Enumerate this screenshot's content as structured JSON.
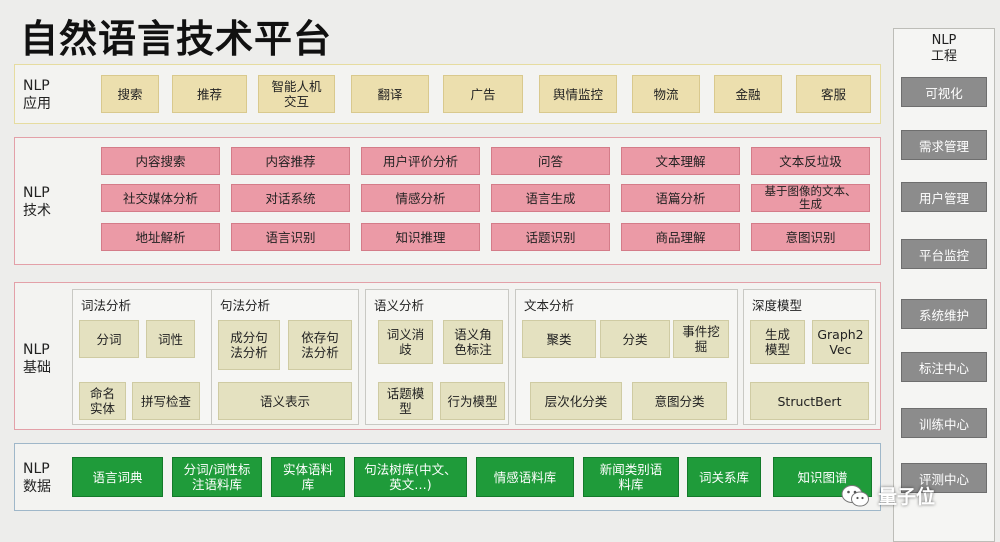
{
  "title": "自然语言技术平台",
  "app": {
    "label": "NLP\n应用",
    "items": [
      "搜索",
      "推荐",
      "智能人机\n交互",
      "翻译",
      "广告",
      "舆情监控",
      "物流",
      "金融",
      "客服"
    ]
  },
  "tech": {
    "label": "NLP\n技术",
    "rows": [
      [
        "内容搜索",
        "内容推荐",
        "用户评价分析",
        "问答",
        "文本理解",
        "文本反垃圾"
      ],
      [
        "社交媒体分析",
        "对话系统",
        "情感分析",
        "语言生成",
        "语篇分析",
        "基于图像的文本、\n生成"
      ],
      [
        "地址解析",
        "语言识别",
        "知识推理",
        "话题识别",
        "商品理解",
        "意图识别"
      ]
    ]
  },
  "foundation": {
    "label": "NLP\n基础",
    "groups": [
      {
        "title": "词法分析",
        "items": [
          "分词",
          "词性",
          "命名\n实体",
          "拼写检查"
        ]
      },
      {
        "title": "句法分析",
        "items": [
          "成分句\n法分析",
          "依存句\n法分析",
          "语义表示"
        ]
      },
      {
        "title": "语义分析",
        "items": [
          "词义消\n歧",
          "语义角\n色标注",
          "话题模\n型",
          "行为模型"
        ]
      },
      {
        "title": "文本分析",
        "items": [
          "聚类",
          "分类",
          "事件挖\n掘",
          "层次化分类",
          "意图分类"
        ]
      },
      {
        "title": "深度模型",
        "items": [
          "生成\n模型",
          "Graph2\nVec",
          "StructBert"
        ]
      }
    ]
  },
  "data_layer": {
    "label": "NLP\n数据",
    "items": [
      "语言词典",
      "分词/词性标\n注语料库",
      "实体语料\n库",
      "句法树库(中文、\n英文…)",
      "情感语料库",
      "新闻类别语\n料库",
      "词关系库",
      "知识图谱"
    ]
  },
  "engineering": {
    "title": "NLP\n工程",
    "items": [
      "可视化",
      "需求管理",
      "用户管理",
      "平台监控",
      "系统维护",
      "标注中心",
      "训练中心",
      "评测中心"
    ]
  },
  "watermark": {
    "text": "量子位",
    "icon": "wechat-icon"
  },
  "colors": {
    "app": "#ecdfae",
    "tech": "#eb9aa6",
    "foundation": "#e4e1c0",
    "data": "#1f9b3a",
    "engineering": "#8c8c8c"
  }
}
